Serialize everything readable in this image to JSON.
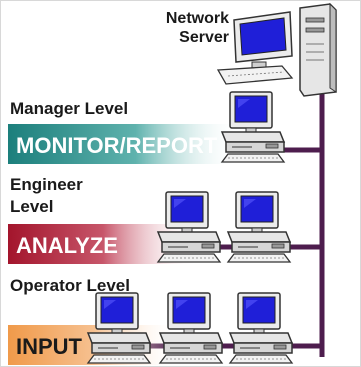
{
  "server": {
    "line1": "Network",
    "line2": "Server"
  },
  "levels": [
    {
      "title": "Manager Level",
      "band": "MONITOR/REPORT",
      "band_color": "#1c7f7c",
      "text_color": "#ffffff"
    },
    {
      "title_line1": "Engineer",
      "title_line2": "Level",
      "band": "ANALYZE",
      "band_color": "#a3152c",
      "text_color": "#ffffff"
    },
    {
      "title": "Operator Level",
      "band": "INPUT",
      "band_color": "#f09a4a",
      "text_color": "#1a1a1a"
    }
  ],
  "colors": {
    "network_line": "#4e1d4e",
    "screen": "#1f1fd8",
    "case": "#e8e8e8",
    "outline": "#333333"
  },
  "icons": [
    "server-computer-icon",
    "workstation-icon"
  ]
}
